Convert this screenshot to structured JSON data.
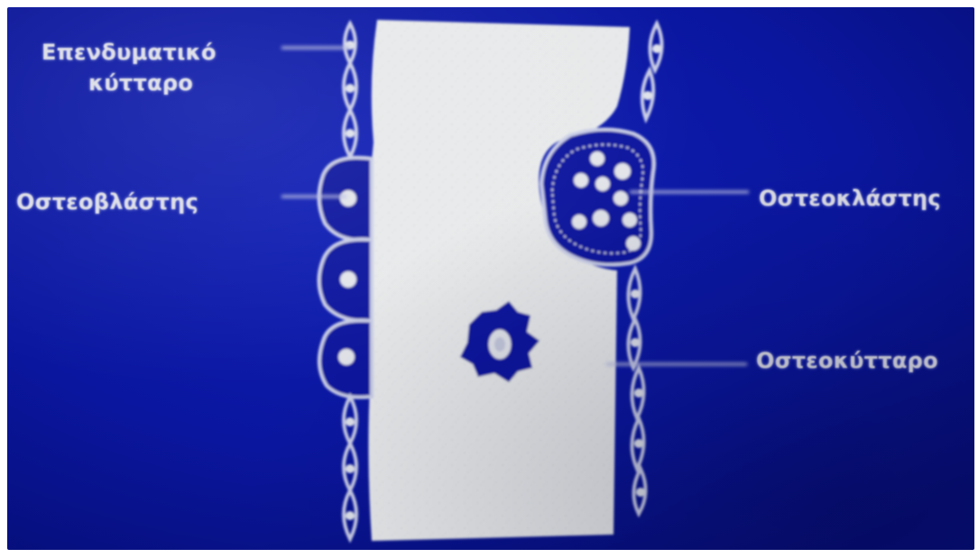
{
  "labels": {
    "lining_cell_line1": "Επενδυματικό",
    "lining_cell_line2": "κύτταρο",
    "osteoblast": "Οστεοβλάστης",
    "osteoclast": "Οστεοκλάστης",
    "osteocyte": "Οστεοκύτταρο"
  },
  "colors": {
    "background": "#0b16a6",
    "bone": "#e6e8e9",
    "cell_outline": "#c9cde6",
    "nucleus": "#e2e4ea",
    "leader_line": "#b8bce0"
  }
}
